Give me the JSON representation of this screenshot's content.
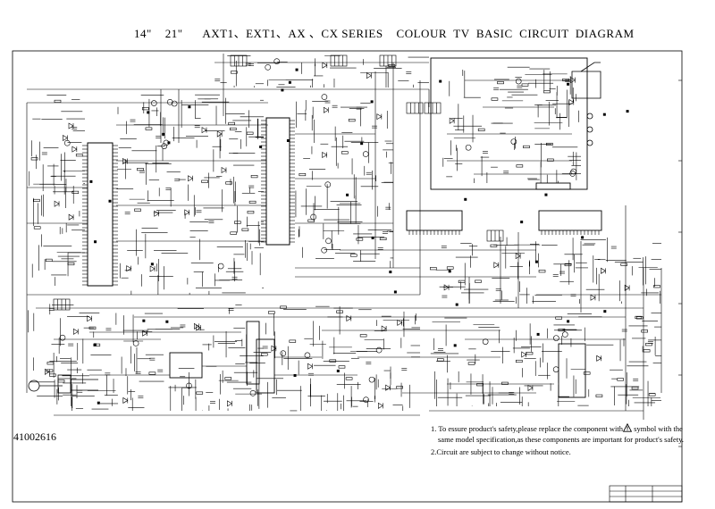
{
  "title": "14\"    21\"      AXT1、EXT1、AX 、CX SERIES    COLOUR  TV  BASIC  CIRCUIT  DIAGRAM",
  "doc_number": "41002616",
  "notes": {
    "line1_a": "1. To essure product's safety,please replace the component with",
    "line1_b": "symbol with the",
    "line1_c": "same model specification,as these components are important for product's safety.",
    "line2": "2.Circuit are subject to change without notice."
  },
  "icons": {
    "warning": "warning-triangle-icon"
  }
}
